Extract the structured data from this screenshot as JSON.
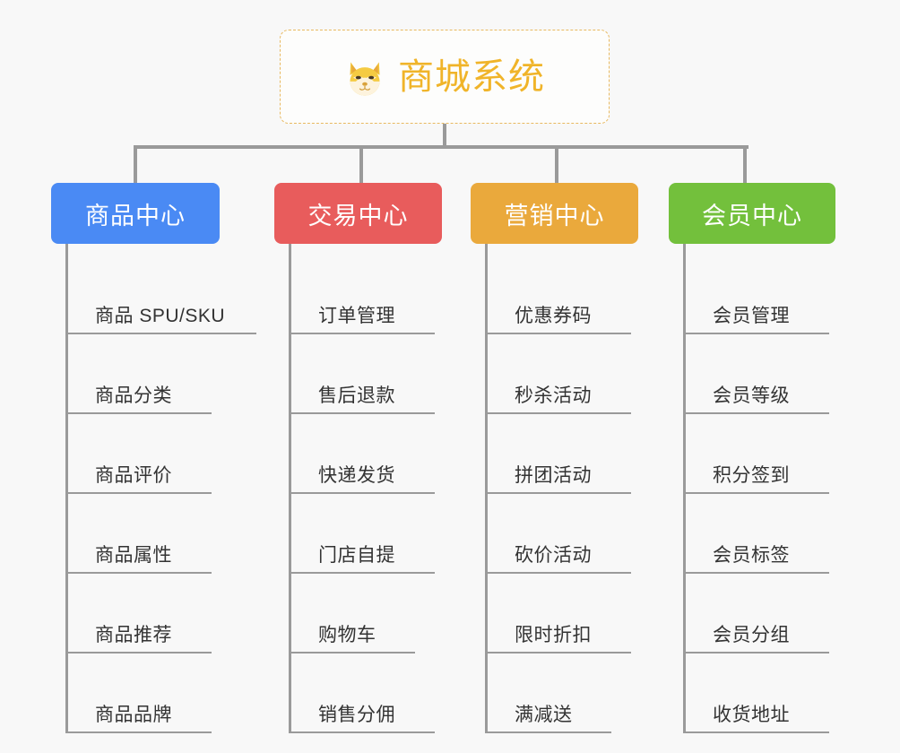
{
  "diagram": {
    "title": "商城系统",
    "background_color": "#f8f8f8",
    "root": {
      "label": "商城系统",
      "icon": "shiba-inu-dog-emoji",
      "text_color": "#f0b429",
      "border_color": "#e8b960",
      "border_style": "dashed"
    },
    "connector_color": "#9a9a9a",
    "categories": [
      {
        "label": "商品中心",
        "color": "#4a8af4",
        "items": [
          {
            "label": "商品 SPU/SKU",
            "underline_width": 210
          },
          {
            "label": "商品分类",
            "underline_width": 160
          },
          {
            "label": "商品评价",
            "underline_width": 160
          },
          {
            "label": "商品属性",
            "underline_width": 160
          },
          {
            "label": "商品推荐",
            "underline_width": 160
          },
          {
            "label": "商品品牌",
            "underline_width": 160
          }
        ]
      },
      {
        "label": "交易中心",
        "color": "#e85c5c",
        "items": [
          {
            "label": "订单管理",
            "underline_width": 160
          },
          {
            "label": "售后退款",
            "underline_width": 160
          },
          {
            "label": "快递发货",
            "underline_width": 160
          },
          {
            "label": "门店自提",
            "underline_width": 160
          },
          {
            "label": "购物车",
            "underline_width": 138
          },
          {
            "label": "销售分佣",
            "underline_width": 160
          }
        ]
      },
      {
        "label": "营销中心",
        "color": "#eaa93c",
        "items": [
          {
            "label": "优惠券码",
            "underline_width": 160
          },
          {
            "label": "秒杀活动",
            "underline_width": 160
          },
          {
            "label": "拼团活动",
            "underline_width": 160
          },
          {
            "label": "砍价活动",
            "underline_width": 160
          },
          {
            "label": "限时折扣",
            "underline_width": 160
          },
          {
            "label": "满减送",
            "underline_width": 138
          }
        ]
      },
      {
        "label": "会员中心",
        "color": "#73c03c",
        "items": [
          {
            "label": "会员管理",
            "underline_width": 160
          },
          {
            "label": "会员等级",
            "underline_width": 160
          },
          {
            "label": "积分签到",
            "underline_width": 160
          },
          {
            "label": "会员标签",
            "underline_width": 160
          },
          {
            "label": "会员分组",
            "underline_width": 160
          },
          {
            "label": "收货地址",
            "underline_width": 160
          }
        ]
      }
    ]
  }
}
